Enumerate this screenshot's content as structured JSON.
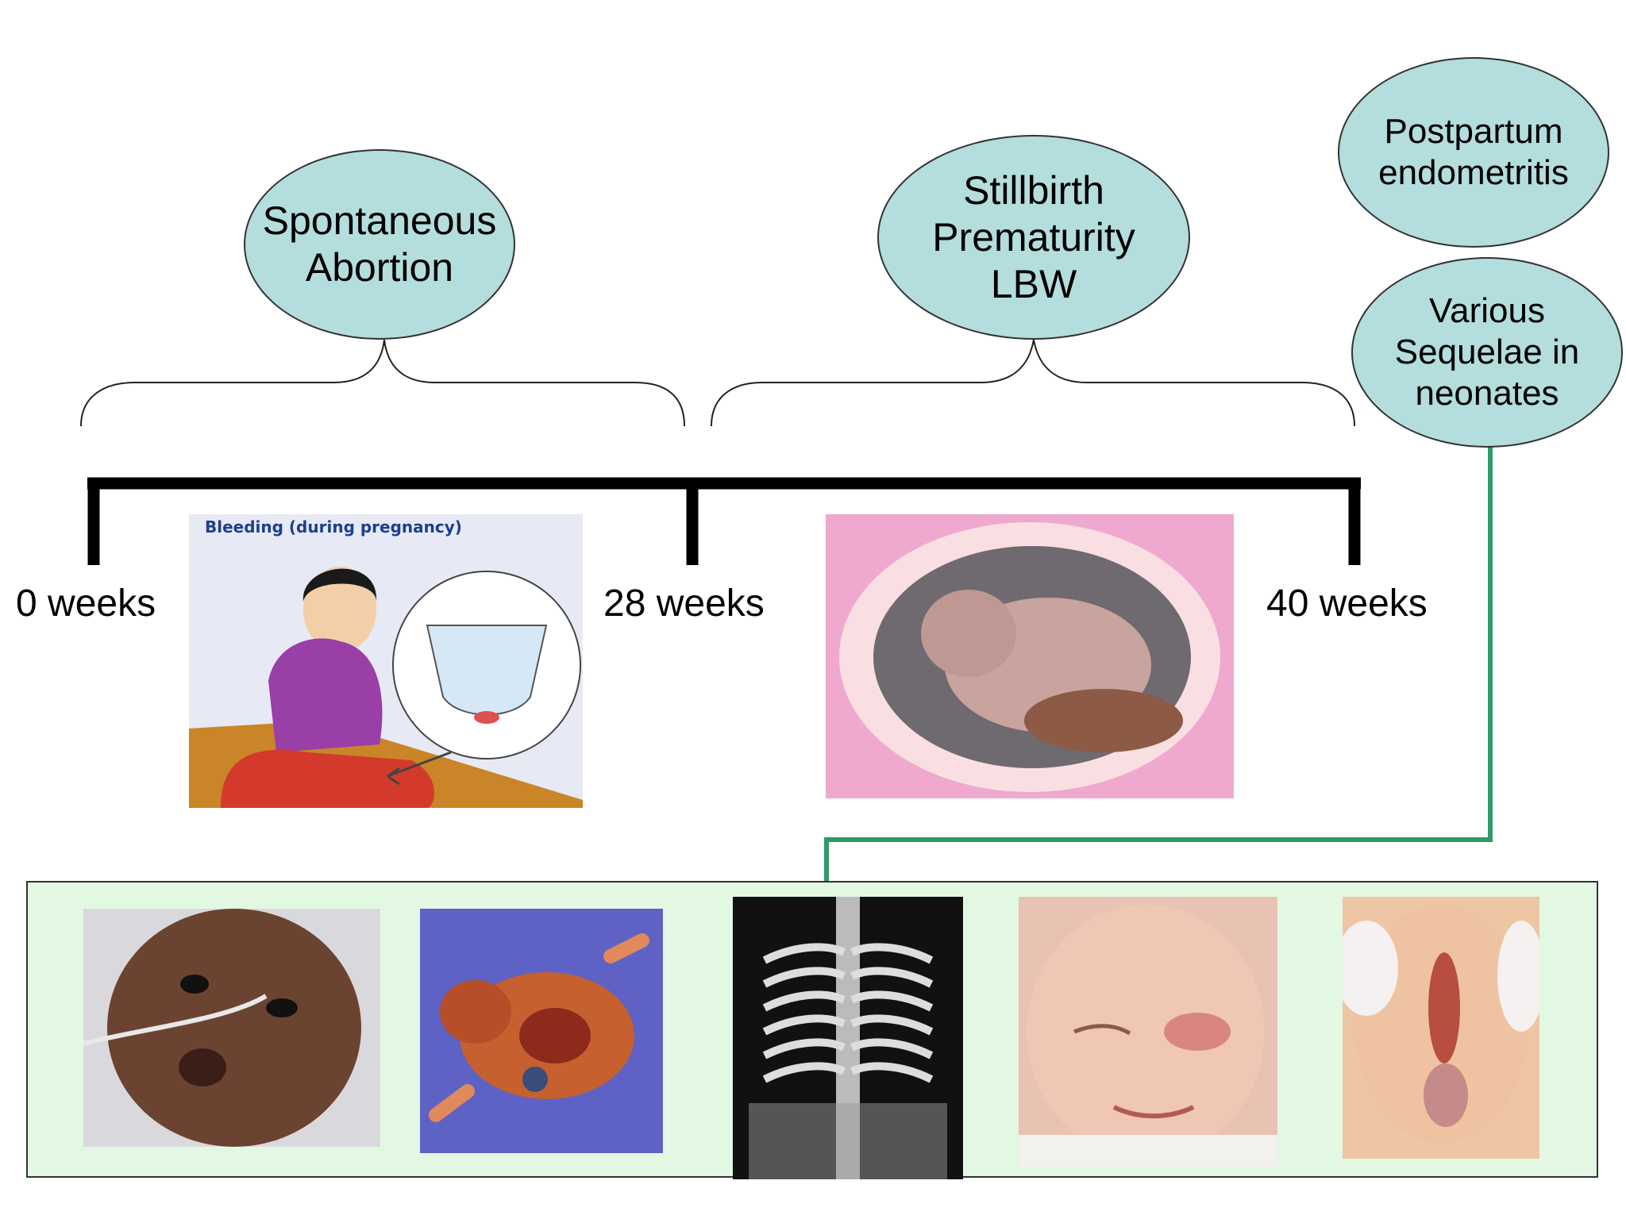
{
  "bubbles": {
    "spontaneous_abortion": [
      "Spontaneous",
      "Abortion"
    ],
    "stillbirth": [
      "Stillbirth",
      "Prematurity",
      "LBW"
    ],
    "postpartum": [
      "Postpartum",
      "endometritis"
    ],
    "sequelae": [
      "Various",
      "Sequelae in",
      "neonates"
    ]
  },
  "timeline": {
    "week_0": "0 weeks",
    "week_28": "28 weeks",
    "week_40": "40 weeks"
  },
  "illustration": {
    "caption": "Bleeding (during pregnancy)"
  },
  "colors": {
    "bubble_fill": "#b4dddd",
    "connector": "#2e9a66",
    "strip_fill": "#e3f8e3",
    "caption": "#1d3f8f"
  }
}
